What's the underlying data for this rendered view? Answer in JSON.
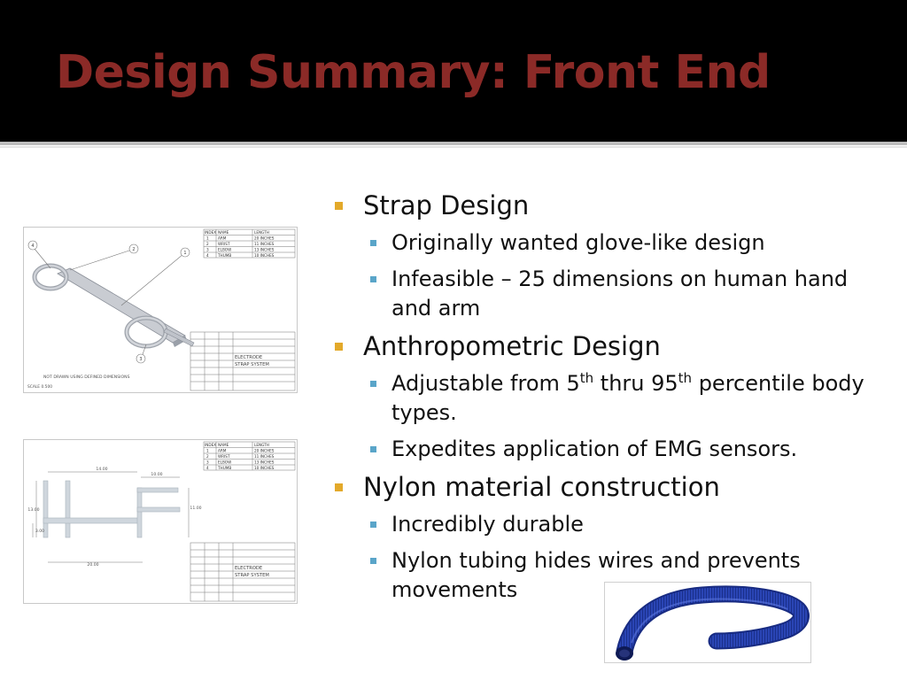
{
  "slide": {
    "title": "Design Summary: Front End"
  },
  "bullets": [
    {
      "text": "Strap Design",
      "sub": [
        {
          "text": "Originally wanted glove-like design"
        },
        {
          "text": "Infeasible – 25 dimensions on human hand and arm"
        }
      ]
    },
    {
      "text": "Anthropometric Design",
      "sub": [
        {
          "pre": "Adjustable from 5",
          "sup1": "th",
          "mid": " thru 95",
          "sup2": "th",
          "post": " percentile body types."
        },
        {
          "text": "Expedites application of EMG sensors."
        }
      ]
    },
    {
      "text": "Nylon material construction",
      "sub": [
        {
          "text": "Incredibly durable"
        },
        {
          "text": "Nylon tubing hides wires and prevents movements"
        }
      ]
    }
  ],
  "drawings": {
    "table_headers": [
      "INDEX",
      "NAME",
      "LENGTH"
    ],
    "table_rows": [
      [
        "1",
        "ARM",
        "20 INCHES"
      ],
      [
        "2",
        "WRIST",
        "11 INCHES"
      ],
      [
        "3",
        "ELBOW",
        "13 INCHES"
      ],
      [
        "4",
        "THUMB",
        "10 INCHES"
      ]
    ],
    "title_block": [
      "ELECTRODE",
      "STRAP SYSTEM"
    ],
    "drawing1": {
      "note": "NOT DRAWN USING DEFINED DIMENSIONS",
      "scale": "SCALE   0.500",
      "balloons": [
        "4",
        "2",
        "1",
        "3"
      ]
    },
    "drawing2": {
      "dims": [
        "14.00",
        "10.00",
        "13.00",
        "11.00",
        "3.00",
        "20.00"
      ]
    }
  },
  "colors": {
    "header_bg": "#000000",
    "title": "#8b2a27",
    "bullet_l1": "#e3a92a",
    "bullet_l2": "#5aa5c9",
    "tube": "#2a45b5"
  }
}
